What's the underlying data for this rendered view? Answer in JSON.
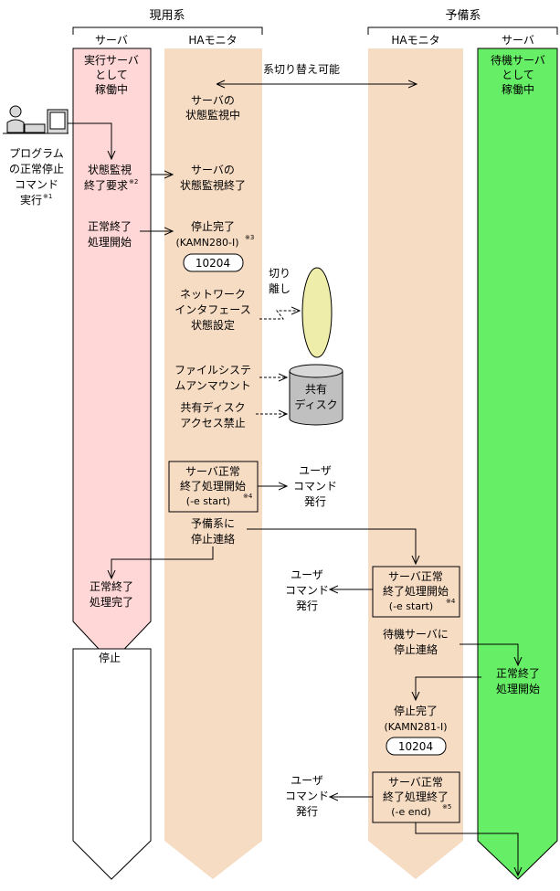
{
  "headers": {
    "active": "現用系",
    "standby": "予備系",
    "server": "サーバ",
    "hamon": "HAモニタ"
  },
  "status": {
    "active_server": [
      "実行サーバ",
      "として",
      "稼働中"
    ],
    "standby_server": [
      "待機サーバ",
      "として",
      "稼働中"
    ],
    "switchable": "系切り替え可能",
    "monitoring": [
      "サーバの",
      "状態監視中"
    ]
  },
  "program": [
    "プログラム",
    "の正常停止",
    "コマンド",
    "実行"
  ],
  "steps": {
    "monitor_stop_req": [
      "状態監視",
      "終了要求"
    ],
    "monitor_end": [
      "サーバの",
      "状態監視終了"
    ],
    "normal_start": [
      "正常終了",
      "処理開始"
    ],
    "stop_done1": [
      "停止完了",
      "(KAMN280-I)"
    ],
    "code1": "10204",
    "isolate": [
      "切り",
      "離し"
    ],
    "network": [
      "ネットワーク",
      "インタフェース",
      "状態設定"
    ],
    "fs_unmount": [
      "ファイルシステ",
      "ムアンマウント"
    ],
    "shared_disk_label": [
      "共有",
      "ディスク"
    ],
    "disk_access": [
      "共有ディスク",
      "アクセス禁止"
    ],
    "cmd_start_box1": [
      "サーバ正常",
      "終了処理開始",
      "(-e start)"
    ],
    "user_cmd": [
      "ユーザ",
      "コマンド",
      "発行"
    ],
    "notify_standby": [
      "予備系に",
      "停止連絡"
    ],
    "normal_done": [
      "正常終了",
      "処理完了"
    ],
    "stopped": "停止",
    "cmd_start_box2": [
      "サーバ正常",
      "終了処理開始",
      "(-e start)"
    ],
    "notify_wait": [
      "待機サーバに",
      "停止連絡"
    ],
    "normal_start2": [
      "正常終了",
      "処理開始"
    ],
    "stop_done2": [
      "停止完了",
      "(KAMN281-I)"
    ],
    "code2": "10204",
    "cmd_end_box": [
      "サーバ正常",
      "終了処理終了",
      "(-e end)"
    ]
  },
  "notes": {
    "n1": "※1",
    "n2": "※2",
    "n3": "※3",
    "n4": "※4",
    "n5": "※5"
  },
  "colors": {
    "active_server": "#ffd7d7",
    "hamon": "#f7dcc4",
    "standby_server": "#66ee66",
    "stopped": "#ffffff",
    "disk": "#c0c0c0",
    "network_ellipse": "#eeeeaa",
    "line": "#000000"
  }
}
